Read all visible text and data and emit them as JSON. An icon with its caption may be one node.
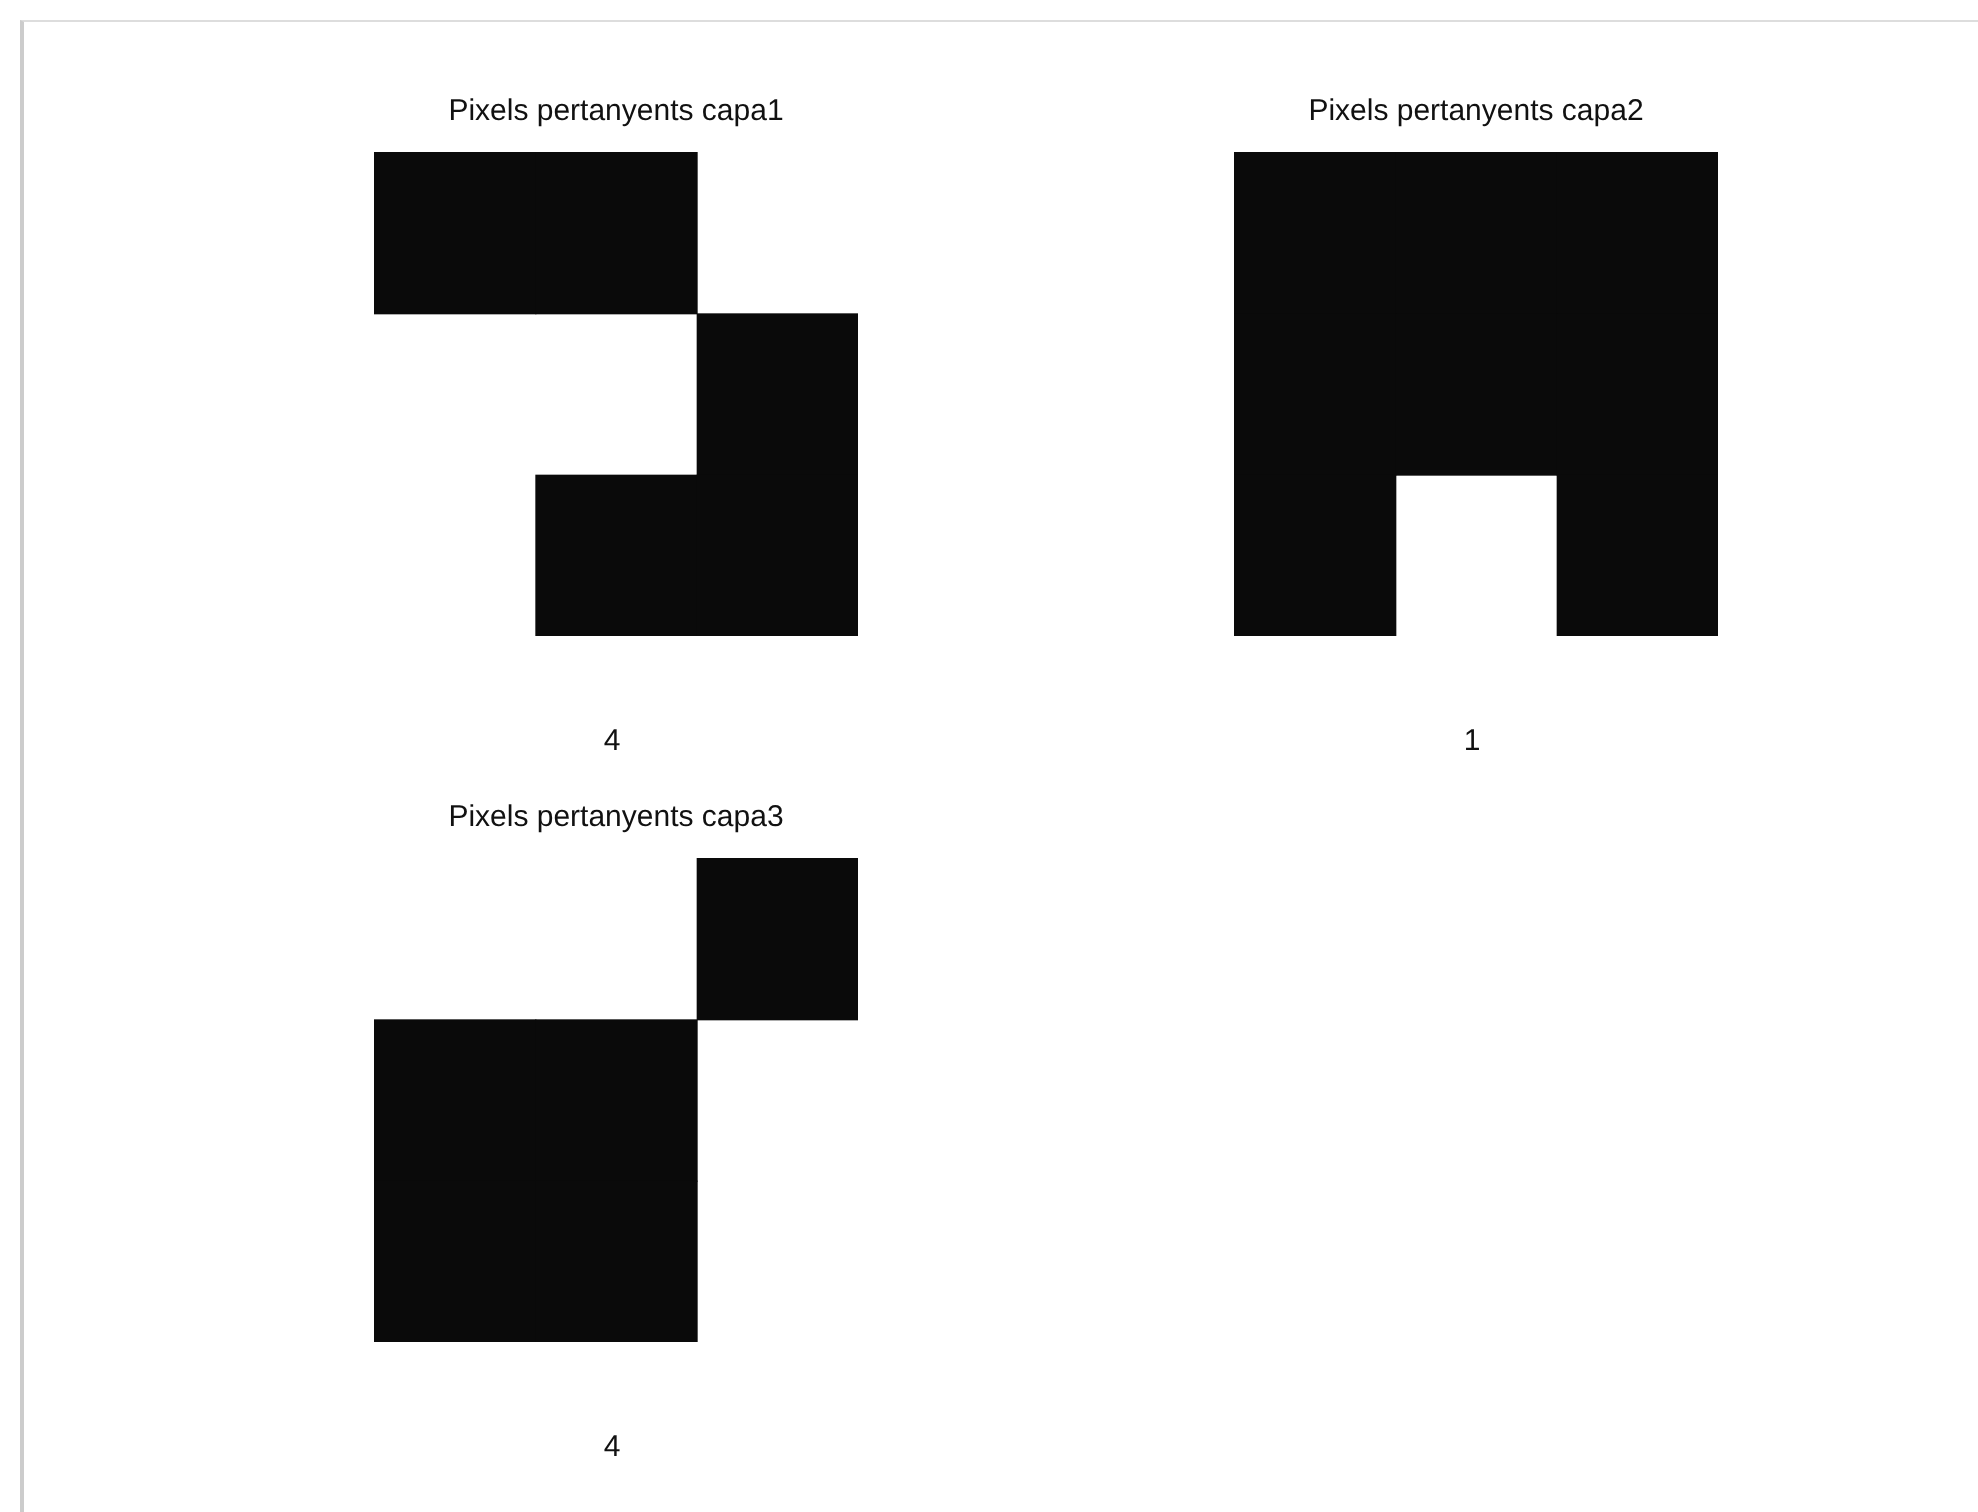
{
  "diagram": {
    "nodes": [
      {
        "text": [
          "Pixels pertanyents capa1"
        ]
      },
      {
        "text": [
          "Pixels pertanyents capa2"
        ]
      },
      {
        "text": [
          "Pixels pertanyents capa3"
        ]
      }
    ],
    "labels": [
      "4",
      "1",
      "4"
    ]
  }
}
